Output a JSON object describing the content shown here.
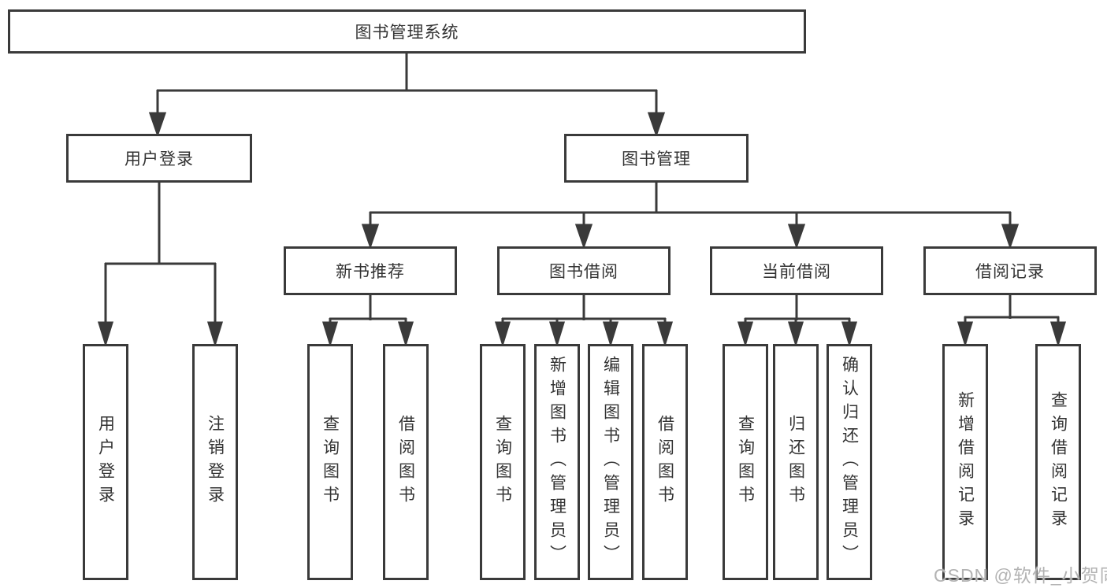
{
  "colors": {
    "line": "#3a3a3a",
    "text": "#333333",
    "background": "#ffffff",
    "watermark": "#b3b3b3"
  },
  "nodes": {
    "root": {
      "label": "图书管理系统"
    },
    "level2": [
      {
        "label": "用户登录"
      },
      {
        "label": "图书管理"
      }
    ],
    "level3": [
      {
        "label": "新书推荐"
      },
      {
        "label": "图书借阅"
      },
      {
        "label": "当前借阅"
      },
      {
        "label": "借阅记录"
      }
    ],
    "leaves": {
      "login": [
        {
          "label": "用户登录"
        },
        {
          "label": "注销登录"
        }
      ],
      "recommend": [
        {
          "label": "查询图书"
        },
        {
          "label": "借阅图书"
        }
      ],
      "borrow": [
        {
          "label": "查询图书"
        },
        {
          "label": "新增图书（管理员）"
        },
        {
          "label": "编辑图书（管理员）"
        },
        {
          "label": "借阅图书"
        }
      ],
      "current": [
        {
          "label": "查询图书"
        },
        {
          "label": "归还图书"
        },
        {
          "label": "确认归还（管理员）"
        }
      ],
      "records": [
        {
          "label": "新增借阅记录"
        },
        {
          "label": "查询借阅记录"
        }
      ]
    }
  },
  "watermark": "CSDN @软件_小贺同学"
}
